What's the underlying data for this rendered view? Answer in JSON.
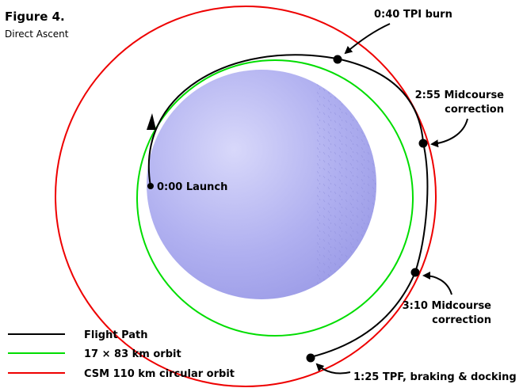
{
  "figure": {
    "title": "Figure 4.",
    "subtitle": "Direct Ascent"
  },
  "colors": {
    "flight_path": "#000000",
    "orbit_17x83": "#00dd00",
    "csm_orbit": "#ee0000",
    "moon_fill": "#a8a8ee"
  },
  "events": {
    "launch": "0:00 Launch",
    "tpi": "0:40 TPI burn",
    "mc1_line1": "2:55 Midcourse",
    "mc1_line2": "correction",
    "mc2_line1": "3:10 Midcourse",
    "mc2_line2": "correction",
    "tpf": "1:25 TPF, braking & docking"
  },
  "legend": [
    {
      "label": "Flight Path",
      "color": "#000000"
    },
    {
      "label": "17 × 83 km orbit",
      "color": "#00dd00"
    },
    {
      "label": "CSM 110 km circular orbit",
      "color": "#ee0000"
    }
  ]
}
